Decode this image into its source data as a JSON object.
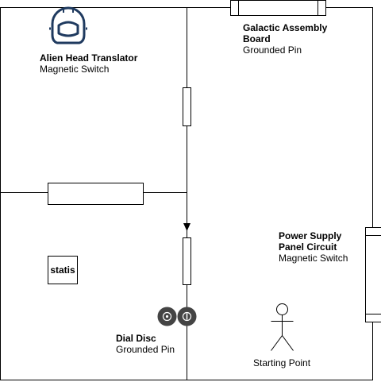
{
  "labels": {
    "alien_head": {
      "title": "Alien Head Translator",
      "subtitle": "Magnetic Switch"
    },
    "galactic": {
      "title_line1": "Galactic Assembly",
      "title_line2": "Board",
      "subtitle": "Grounded Pin"
    },
    "power_supply": {
      "title_line1": "Power Supply",
      "title_line2": "Panel Circuit",
      "subtitle": "Magnetic Switch"
    },
    "dial_disc": {
      "title": "Dial Disc",
      "subtitle": "Grounded Pin"
    },
    "statis": "statis",
    "starting_point": "Starting Point"
  },
  "icons": {
    "helmet": "astronaut-helmet-icon",
    "player": "stick-figure-icon",
    "dial": "dial-disc-icon"
  },
  "colors": {
    "line": "#000000",
    "helmet": "#1f3a5f",
    "dial": "#444444"
  }
}
